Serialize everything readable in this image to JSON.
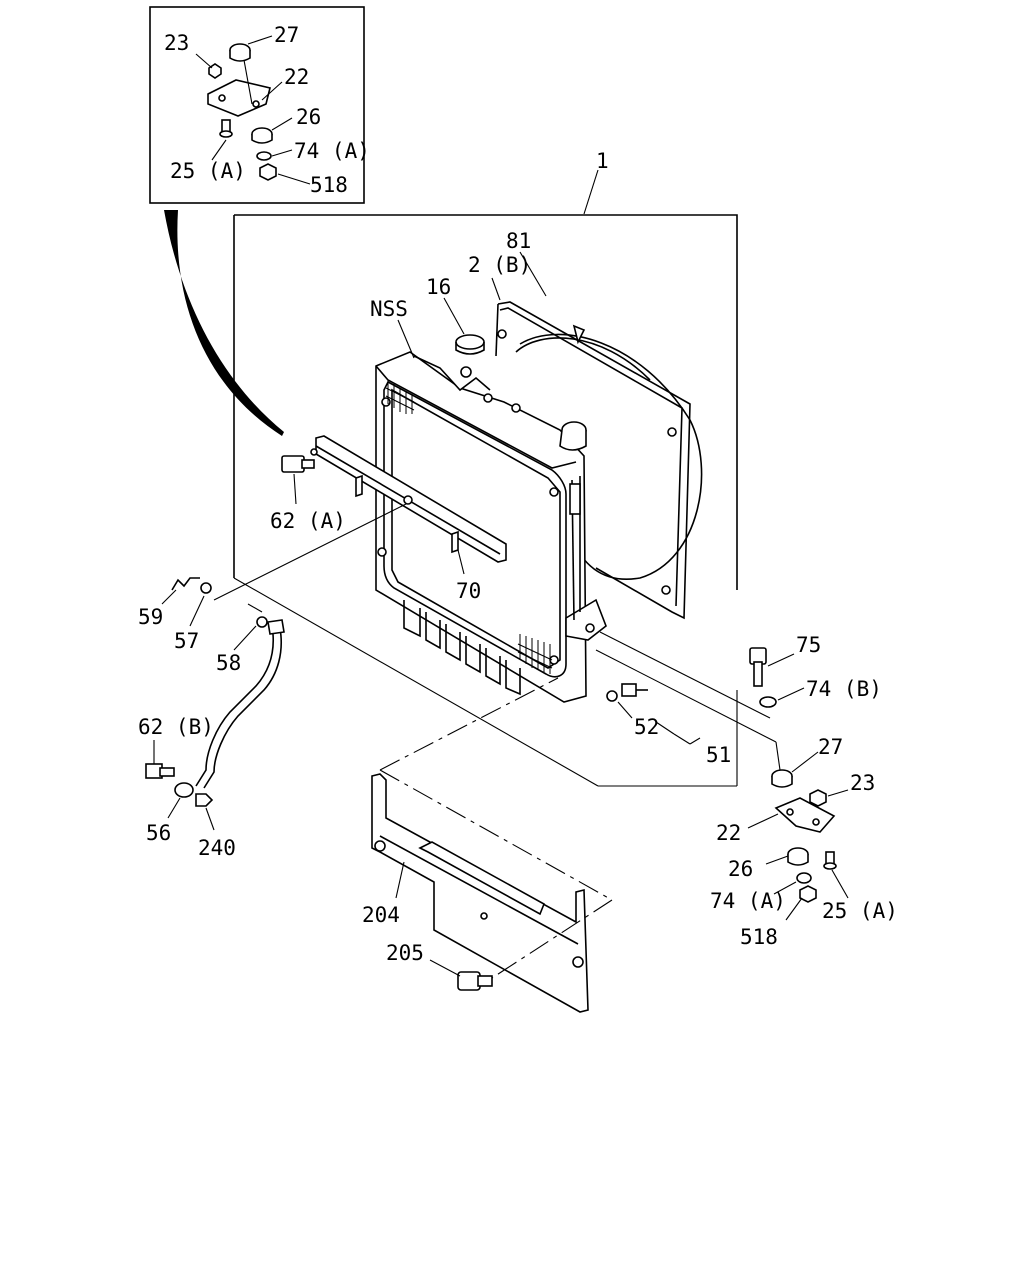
{
  "labels": {
    "l1": "1",
    "l81": "81",
    "l2b": "2 (B)",
    "l16": "16",
    "lnss": "NSS",
    "l62a": "62 (A)",
    "l70": "70",
    "l59": "59",
    "l57": "57",
    "l58": "58",
    "l62b": "62 (B)",
    "l56": "56",
    "l240": "240",
    "l75": "75",
    "l74b": "74 (B)",
    "l52": "52",
    "l51": "51",
    "l27r": "27",
    "l23r": "23",
    "l22r": "22",
    "l26r": "26",
    "l74ar": "74 (A)",
    "l25ar": "25 (A)",
    "l518r": "518",
    "l204": "204",
    "l205": "205",
    "i23": "23",
    "i27": "27",
    "i22": "22",
    "i26": "26",
    "i74a": "74 (A)",
    "i25a": "25 (A)",
    "i518": "518"
  }
}
